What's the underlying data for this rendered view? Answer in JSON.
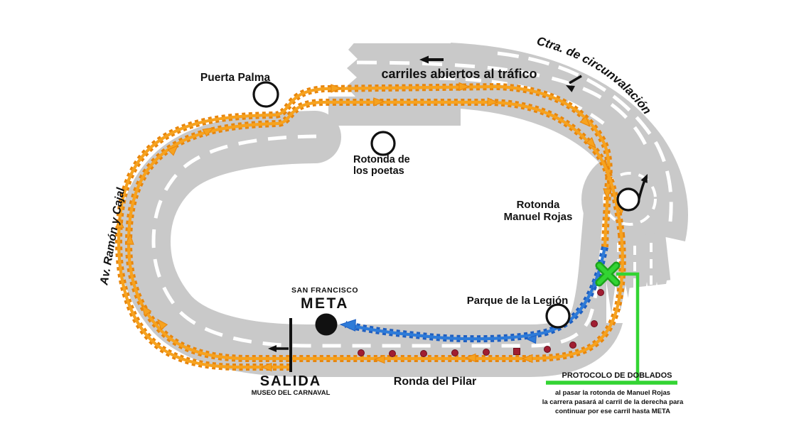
{
  "labels": {
    "puerta_palma": "Puerta Palma",
    "carriles": "carriles abiertos al tráfico",
    "ctra_circunvalacion": "Ctra. de circunvalación",
    "rotonda_poetas_line1": "Rotonda de",
    "rotonda_poetas_line2": "los poetas",
    "rotonda_rojas_line1": "Rotonda",
    "rotonda_rojas_line2": "Manuel Rojas",
    "av_ramon_cajal": "Av. Ramón y Cajal",
    "parque_legion": "Parque de la Legión",
    "meta_place": "SAN FRANCISCO",
    "meta": "META",
    "salida": "SALIDA",
    "salida_place": "MUSEO DEL CARNAVAL",
    "ronda_pilar": "Ronda del Pilar",
    "protocolo_title": "PROTOCOLO DE DOBLADOS",
    "protocolo_line1": "al pasar la rotonda de Manuel Rojas",
    "protocolo_line2": "la carrera pasará al carril de la derecha para",
    "protocolo_line3": "continuar por ese carril hasta META"
  },
  "colors": {
    "road": "#C9C9C9",
    "route_orange": "#F6A21F",
    "route_orange_edge": "#E8860C",
    "finish_blue": "#2E7BD8",
    "finish_blue_edge": "#1E5FC2",
    "protocol_green": "#33D433",
    "protocol_green_dark": "#1DA41D",
    "marker_red": "#A01E32",
    "ink": "#111111"
  }
}
